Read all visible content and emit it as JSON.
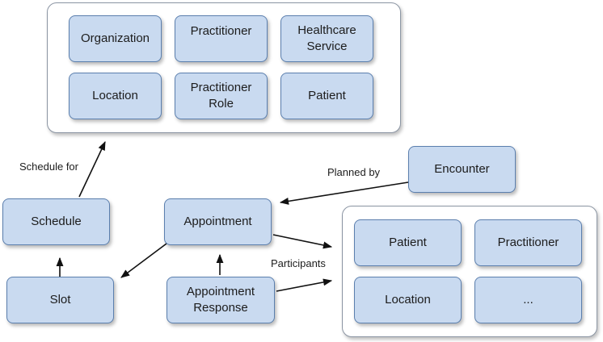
{
  "resources_group": {
    "nodes": {
      "organization": "Organization",
      "practitioner": "Practitioner",
      "healthcare_service": "Healthcare\nService",
      "location": "Location",
      "practitioner_role": "Practitioner\nRole",
      "patient": "Patient"
    }
  },
  "participants_group": {
    "nodes": {
      "patient": "Patient",
      "practitioner": "Practitioner",
      "location": "Location",
      "more": "..."
    }
  },
  "nodes": {
    "schedule": "Schedule",
    "slot": "Slot",
    "appointment": "Appointment",
    "appointment_response": "Appointment\nResponse",
    "encounter": "Encounter"
  },
  "edge_labels": {
    "schedule_for": "Schedule for",
    "planned_by": "Planned by",
    "participants": "Participants"
  }
}
